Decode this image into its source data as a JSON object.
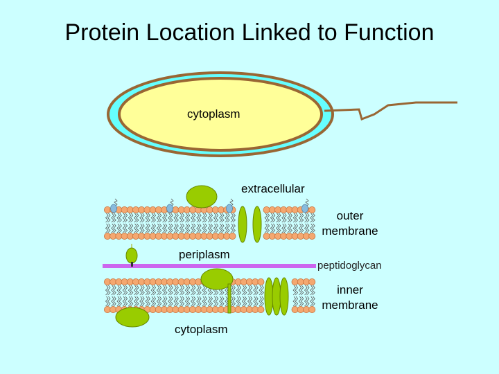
{
  "title": "Protein Location Linked to Function",
  "labels": {
    "cell_cytoplasm": "cytoplasm",
    "extracellular": "extracellular",
    "outer_membrane_line1": "outer",
    "outer_membrane_line2": "membrane",
    "periplasm": "periplasm",
    "peptidoglycan": "peptidoglycan",
    "inner_membrane_line1": "inner",
    "inner_membrane_line2": "membrane",
    "bottom_cytoplasm": "cytoplasm"
  },
  "colors": {
    "background": "#ccffff",
    "cell_fill": "#ffff99",
    "cell_wall": "#996633",
    "cell_periplasm": "#66ffff",
    "lipid_head": "#f4a870",
    "lipid_head_outline": "#c8703a",
    "lps_head": "#88bbdd",
    "protein": "#99cc00",
    "protein_outline": "#668800",
    "peptidoglycan": "#cc66ee"
  }
}
